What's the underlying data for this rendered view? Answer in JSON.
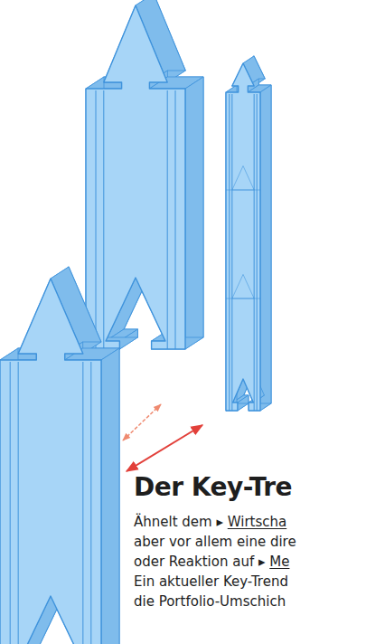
{
  "diagram": {
    "title": "Der Key-Tre",
    "labels": [
      "Ähnelt dem ▸ Wirtscha",
      "aber vor allem eine dire",
      "oder Reaktion auf ▸ Me",
      "Ein aktueller Key-Trend",
      "die Portfolio-Umschich"
    ]
  }
}
